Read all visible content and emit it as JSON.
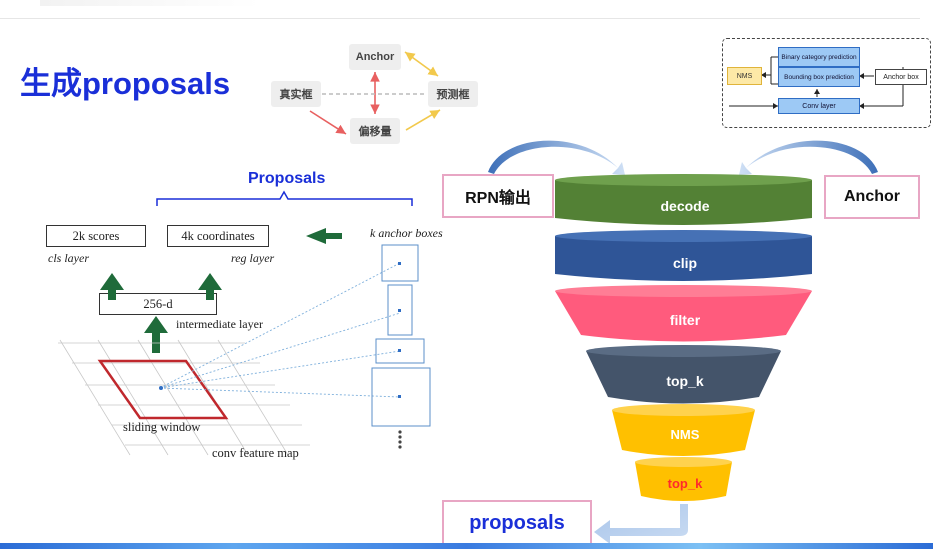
{
  "title": "生成proposals",
  "relation": {
    "anchor": "Anchor",
    "gt": "真实框",
    "pred": "预测框",
    "offset": "偏移量"
  },
  "rpn_head": {
    "binary_category": "Binary category prediction",
    "bbox_prediction": "Bounding box prediction",
    "nms": "NMS",
    "conv_layer": "Conv layer",
    "anchor_box": "Anchor box"
  },
  "rpn_figure": {
    "proposals_title": "Proposals",
    "scores": "2k scores",
    "coordinates": "4k coordinates",
    "cls_layer": "cls layer",
    "reg_layer": "reg layer",
    "intermediate": "256-d",
    "intermediate_label": "intermediate layer",
    "sliding_window": "sliding window",
    "feature_map": "conv feature map",
    "anchor_boxes": "k anchor boxes"
  },
  "funnel": {
    "input_left": "RPN输出",
    "input_right": "Anchor",
    "stages": [
      "decode",
      "clip",
      "filter",
      "top_k",
      "NMS",
      "top_k"
    ],
    "output": "proposals",
    "colors": [
      "#538135",
      "#2f5597",
      "#ff5b7d",
      "#44546a",
      "#ffc000",
      "#ffc000"
    ]
  }
}
